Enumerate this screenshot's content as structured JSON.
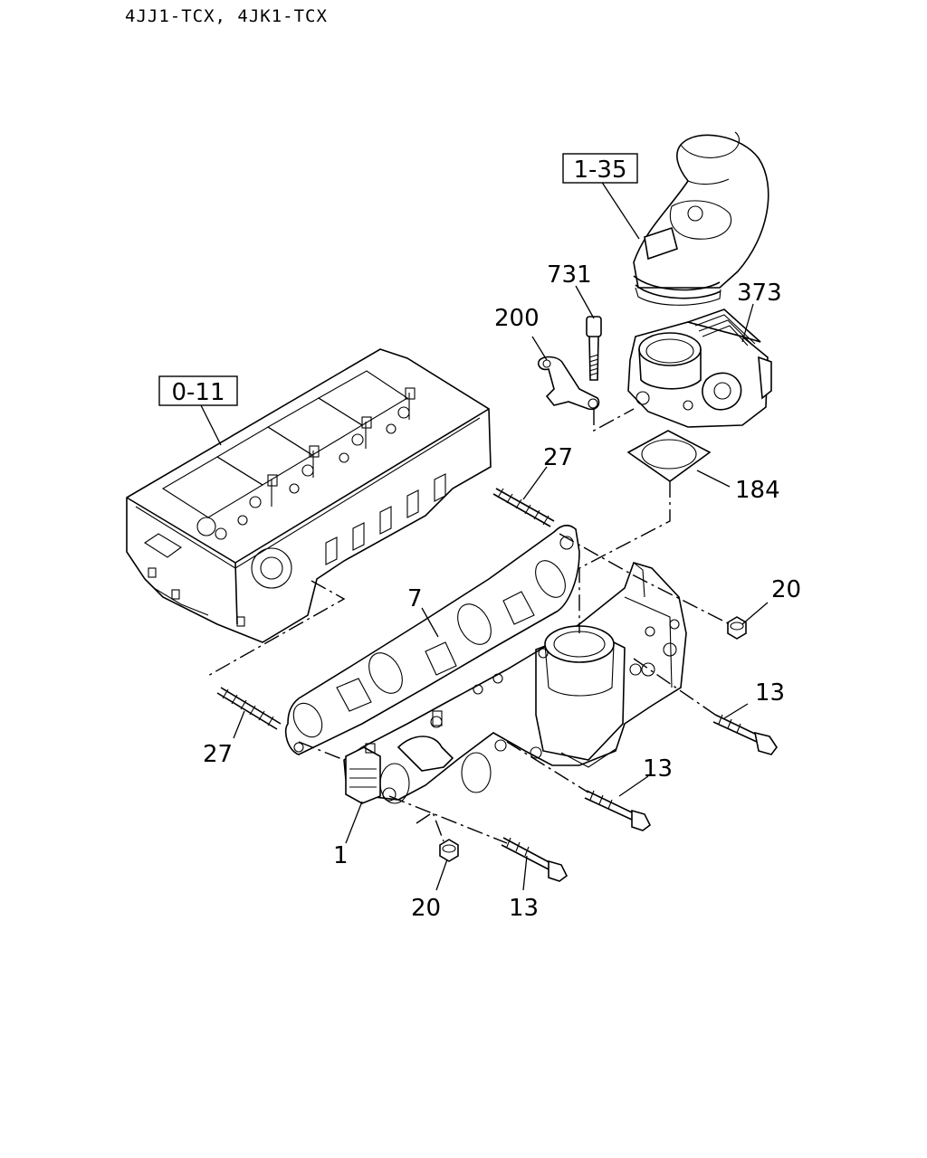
{
  "header": {
    "models": "4JJ1-TCX, 4JK1-TCX"
  },
  "references": [
    {
      "id": "ref-1-35",
      "text": "1-35"
    },
    {
      "id": "ref-0-11",
      "text": "0-11"
    }
  ],
  "callouts": [
    {
      "id": "731",
      "text": "731"
    },
    {
      "id": "373",
      "text": "373"
    },
    {
      "id": "200",
      "text": "200"
    },
    {
      "id": "27a",
      "text": "27"
    },
    {
      "id": "184",
      "text": "184"
    },
    {
      "id": "20a",
      "text": "20"
    },
    {
      "id": "7",
      "text": "7"
    },
    {
      "id": "13a",
      "text": "13"
    },
    {
      "id": "27b",
      "text": "27"
    },
    {
      "id": "13b",
      "text": "13"
    },
    {
      "id": "1",
      "text": "1"
    },
    {
      "id": "20b",
      "text": "20"
    },
    {
      "id": "13c",
      "text": "13"
    }
  ],
  "parts": {
    "intake_pipe": "intake-pipe",
    "throttle_body": "throttle-body",
    "bracket": "bracket",
    "cylinder_head": "cylinder-head",
    "gasket_throttle": "throttle-gasket",
    "gasket_manifold": "manifold-gasket",
    "intake_manifold": "intake-manifold"
  }
}
